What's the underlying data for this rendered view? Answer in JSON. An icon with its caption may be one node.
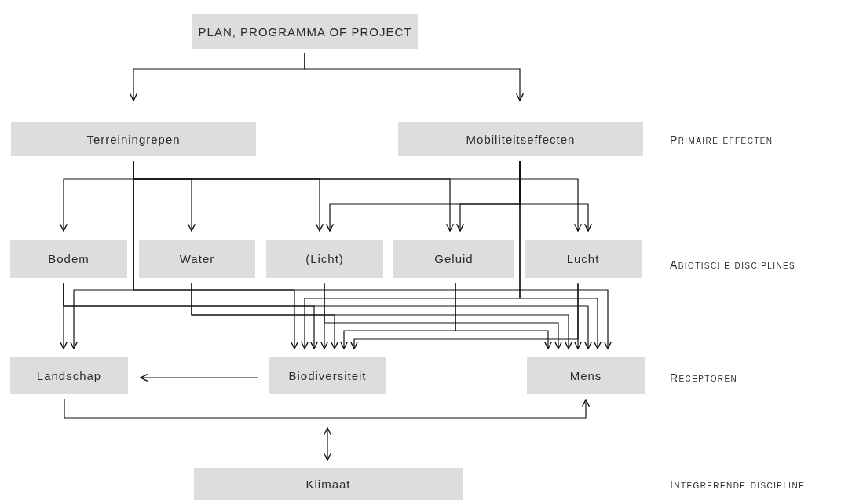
{
  "diagram": {
    "nodes": [
      {
        "text": [
          "PLAN, PROGRAMMA OF PROJECT"
        ]
      },
      {
        "text": [
          "Terreiningrepen"
        ]
      },
      {
        "text": [
          "Mobiliteitseffecten"
        ]
      },
      {
        "text": [
          "Bodem"
        ]
      },
      {
        "text": [
          "Water"
        ]
      },
      {
        "text": [
          "(Licht)"
        ]
      },
      {
        "text": [
          "Geluid"
        ]
      },
      {
        "text": [
          "Lucht"
        ]
      },
      {
        "text": [
          "Landschap"
        ]
      },
      {
        "text": [
          "Biodiversiteit"
        ]
      },
      {
        "text": [
          "Mens"
        ]
      },
      {
        "text": [
          "Klimaat"
        ]
      }
    ],
    "edges": [
      {
        "from": 0,
        "to": 1,
        "arrow": "to"
      },
      {
        "from": 0,
        "to": 2,
        "arrow": "to"
      },
      {
        "from": 1,
        "to": 3,
        "arrow": "to"
      },
      {
        "from": 1,
        "to": 4,
        "arrow": "to"
      },
      {
        "from": 1,
        "to": 5,
        "arrow": "to"
      },
      {
        "from": 1,
        "to": 6,
        "arrow": "to"
      },
      {
        "from": 1,
        "to": 7,
        "arrow": "to"
      },
      {
        "from": 1,
        "to": 8,
        "arrow": "to"
      },
      {
        "from": 1,
        "to": 9,
        "arrow": "to"
      },
      {
        "from": 1,
        "to": 10,
        "arrow": "to"
      },
      {
        "from": 2,
        "to": 5,
        "arrow": "to"
      },
      {
        "from": 2,
        "to": 6,
        "arrow": "to"
      },
      {
        "from": 2,
        "to": 7,
        "arrow": "to"
      },
      {
        "from": 2,
        "to": 9,
        "arrow": "to"
      },
      {
        "from": 2,
        "to": 10,
        "arrow": "to"
      },
      {
        "from": 3,
        "to": 8,
        "arrow": "to"
      },
      {
        "from": 3,
        "to": 9,
        "arrow": "to"
      },
      {
        "from": 3,
        "to": 10,
        "arrow": "to"
      },
      {
        "from": 4,
        "to": 9,
        "arrow": "to"
      },
      {
        "from": 4,
        "to": 10,
        "arrow": "to"
      },
      {
        "from": 5,
        "to": 9,
        "arrow": "to"
      },
      {
        "from": 5,
        "to": 10,
        "arrow": "to"
      },
      {
        "from": 6,
        "to": 9,
        "arrow": "to"
      },
      {
        "from": 6,
        "to": 10,
        "arrow": "to"
      },
      {
        "from": 7,
        "to": 10,
        "arrow": "to"
      },
      {
        "from": 7,
        "to": 9,
        "arrow": "to"
      },
      {
        "from": 9,
        "to": 8,
        "arrow": "to"
      },
      {
        "from": 8,
        "to": 10,
        "arrow": "to"
      },
      {
        "from": 11,
        "to": null,
        "arrow": "both"
      }
    ],
    "labels": [
      "Primaire effecten",
      "Abiotische disciplines",
      "Receptoren",
      "Integrerende discipline"
    ]
  }
}
